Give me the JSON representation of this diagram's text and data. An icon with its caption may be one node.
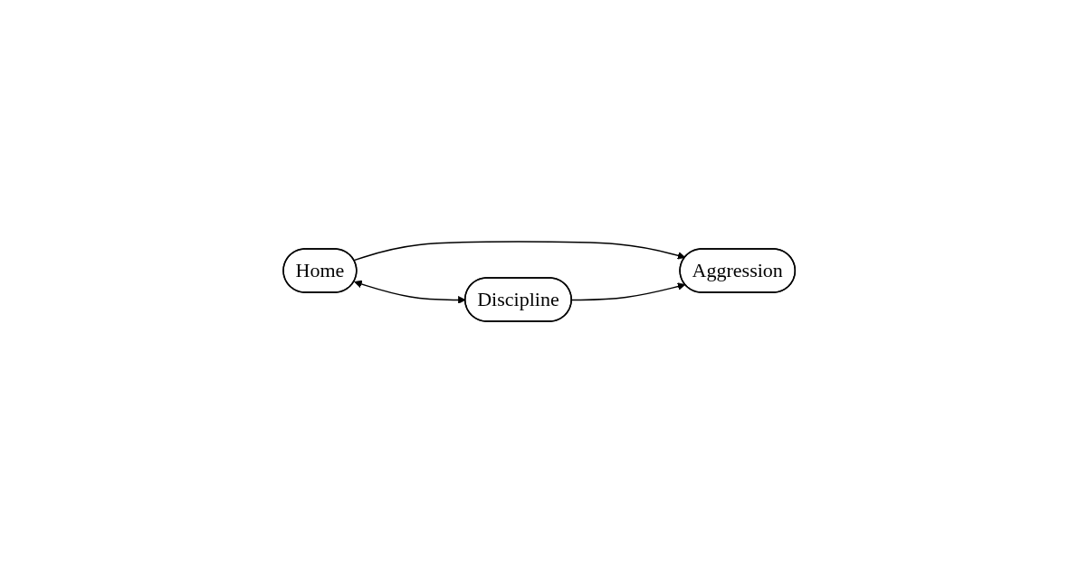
{
  "diagram": {
    "nodes": [
      {
        "text": [
          "Home"
        ]
      },
      {
        "text": [
          "Discipline"
        ]
      },
      {
        "text": [
          "Aggression"
        ]
      }
    ],
    "edges": [
      {
        "from": 0,
        "to": 2,
        "arrow": "to"
      },
      {
        "from": 1,
        "to": 2,
        "arrow": "to"
      },
      {
        "from": 0,
        "to": 1,
        "arrow": "both"
      }
    ]
  }
}
